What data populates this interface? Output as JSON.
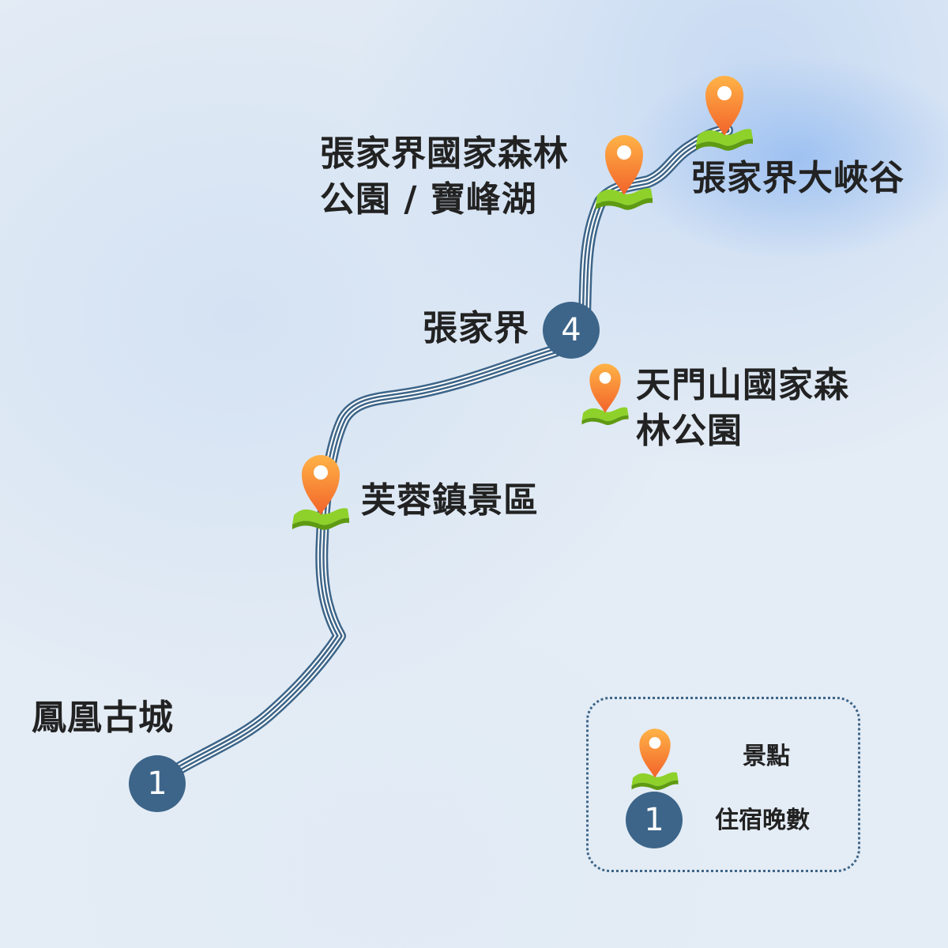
{
  "route": {
    "stops": [
      {
        "name": "鳳凰古城",
        "nights": "1"
      },
      {
        "name": "芙蓉鎮景區",
        "type": "attraction"
      },
      {
        "name": "張家界",
        "nights": "4"
      },
      {
        "name": "天門山國家森",
        "name_line2": "林公園",
        "type": "attraction"
      },
      {
        "name": "張家界國家森林",
        "name_line2": "公園 / 寶峰湖",
        "type": "attraction"
      },
      {
        "name": "張家界大峽谷",
        "type": "attraction"
      }
    ]
  },
  "legend": {
    "attraction_label": "景點",
    "nights_label": "住宿晚數",
    "nights_sample": "1"
  },
  "colors": {
    "route": "#3d6589",
    "pin": "#f58a3a",
    "platform": "#8ed12a"
  }
}
